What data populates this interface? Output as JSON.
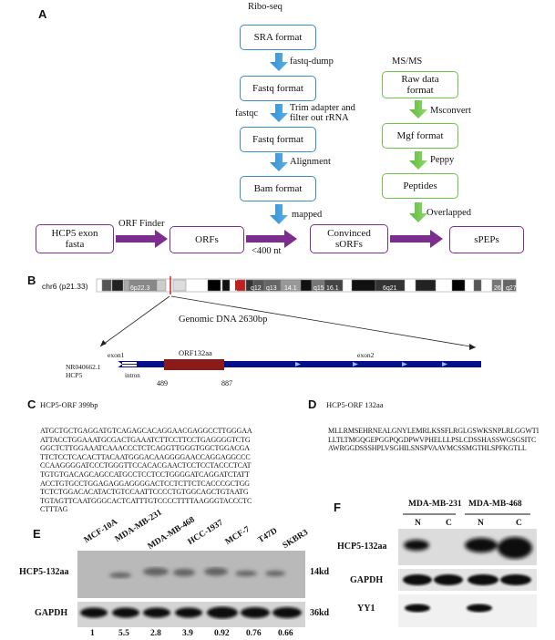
{
  "panels": {
    "A": "A",
    "B": "B",
    "C": "C",
    "D": "D",
    "E": "E",
    "F": "F"
  },
  "flow": {
    "riboseq": "Ribo-seq",
    "sra": "SRA format",
    "fastq_dump": "fastq-dump",
    "fastq1": "Fastq format",
    "fastqc": "fastqc",
    "trim": "Trim adapter and\nfilter out rRNA",
    "fastq2": "Fastq format",
    "alignment": "Alignment",
    "bam": "Bam format",
    "mapped": "mapped",
    "msms": "MS/MS",
    "raw": "Raw data\nformat",
    "msconvert": "Msconvert",
    "mgf": "Mgf format",
    "peppy": "Peppy",
    "peptides": "Peptides",
    "overlapped": "Overlapped",
    "hcp5": "HCP5 exon\nfasta",
    "orf_finder": "ORF Finder",
    "orfs": "ORFs",
    "lt400": "<400 nt",
    "convinced": "Convinced\nsORFs",
    "speps": "sPEPs"
  },
  "chromosome": {
    "name": "chr6 (p21.33)",
    "bands": [
      "6p22.3",
      "q12",
      "q13",
      "14.1",
      "q15",
      "16.1",
      "6q21",
      "26",
      "q27"
    ],
    "genomic": "Genomic DNA 2630bp",
    "orf": "ORF132aa",
    "transcript": "NR040662.1\nHCP5",
    "exon1": "exon1",
    "intron": "intron",
    "exon2": "exon2",
    "pos_start": "489",
    "pos_end": "887"
  },
  "seq_c": {
    "title": "HCP5-ORF  399bp",
    "text": "ATGCTGCTGAGGATGTCAGAGCACAGGAACGAGGCCTTGGGAA\nATTACCTGGAAATGCGACTGAAATCTTCCTTCCTGAGGGGTCTG\nGGCTCTTGGAAATCAAACCCTCTCAGGTTGGGTGGCTGGACGA\nTTCTCCTCACACTTACAATGGGACAAGGGGAACCAGGAGGCCC\nCCAAGGGGATCCCTGGGTTCCACACGAACTCCTCCTACCCTCAT\nTGTGTGACAGCAGCCATGCCTCCTCCTGGGGATCAGGATCTATT\nACCTGTGCCTGGAGAGGAGGGGACTCCTCTTCTCACCCGCTGG\nTCTCTGGACACATACTGTCCAATTCCCCTGTGGCAGCTGTAATG\nTGTAGTTCAATGGGCACTCATTTGTCCCCTTTTAAGGGTACCCTC\nCTTTAG"
  },
  "seq_d": {
    "title": "HCP5-ORF  132aa",
    "text": "MLLRMSEHRNEALGNYLEMRLKSSFLRGLGSWKSNPLRLGGWTI\nLLTLTMGQGEPGGPQGDPWVPHELLLPSLCDSSHASSWGSGSITC\nAWRGGDSSSHPLVSGHILSNSPVAAVMCSSMGTHLSPFKGTLL"
  },
  "blot_e": {
    "cell_lines": [
      "MCF-10A",
      "MDA-MB-231",
      "MDA-MB-468",
      "HCC-1937",
      "MCF-7",
      "T47D",
      "SKBR3"
    ],
    "protein": "HCP5-132aa",
    "loading": "GAPDH",
    "kd_top": "14kd",
    "kd_bottom": "36kd",
    "quant": [
      "1",
      "5.5",
      "2.8",
      "3.9",
      "0.92",
      "0.76",
      "0.66"
    ]
  },
  "blot_f": {
    "group1": "MDA-MB-231",
    "group2": "MDA-MB-468",
    "lanes": [
      "N",
      "C",
      "N",
      "C"
    ],
    "protein": "HCP5-132aa",
    "loading": "GAPDH",
    "marker": "YY1"
  },
  "colors": {
    "blue": "#3b8ec6",
    "green": "#6cc44a",
    "purple": "#7b2e8e",
    "navy": "#06108a",
    "red": "#8b1a1a"
  }
}
